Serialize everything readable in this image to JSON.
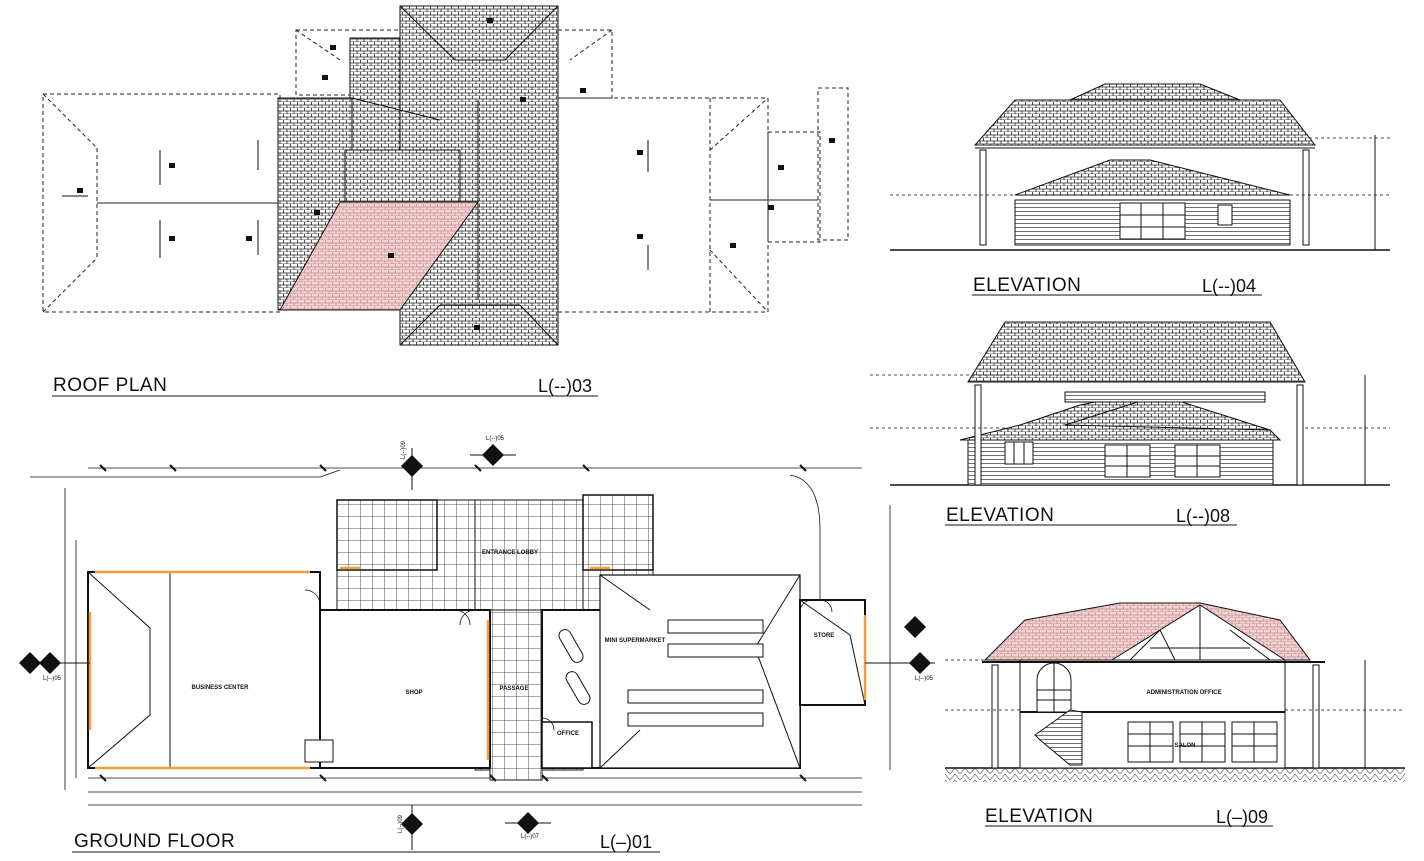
{
  "drawings": {
    "roof_plan": {
      "title": "ROOF PLAN",
      "code": "L(--)03"
    },
    "elevation_04": {
      "title": "ELEVATION",
      "code": "L(--)04"
    },
    "elevation_08": {
      "title": "ELEVATION",
      "code": "L(--)08"
    },
    "elevation_09": {
      "title": "ELEVATION",
      "code": "L(–)09"
    },
    "ground_floor": {
      "title": "GROUND FLOOR",
      "code": "L(–)01"
    }
  },
  "rooms": {
    "entrance_lobby": "ENTRANCE LOBBY",
    "mini_supermarket": "MINI SUPERMARKET",
    "store": "STORE",
    "business_center": "BUSINESS CENTER",
    "shop": "SHOP",
    "passage": "PASSAGE",
    "office": "OFFICE",
    "administration_office": "ADMINISTRATION OFFICE",
    "salon": "SALON"
  },
  "section_markers": {
    "top_left": "L(--)09",
    "top_center": "L(--)05",
    "left": "L(--)05",
    "right": "L(--)05",
    "bottom_left": "L(--)09",
    "bottom_center": "L(--)07"
  },
  "colors": {
    "line": "#111111",
    "roof_accent": "#e8b8b8",
    "wall_accent": "#f0a040"
  }
}
